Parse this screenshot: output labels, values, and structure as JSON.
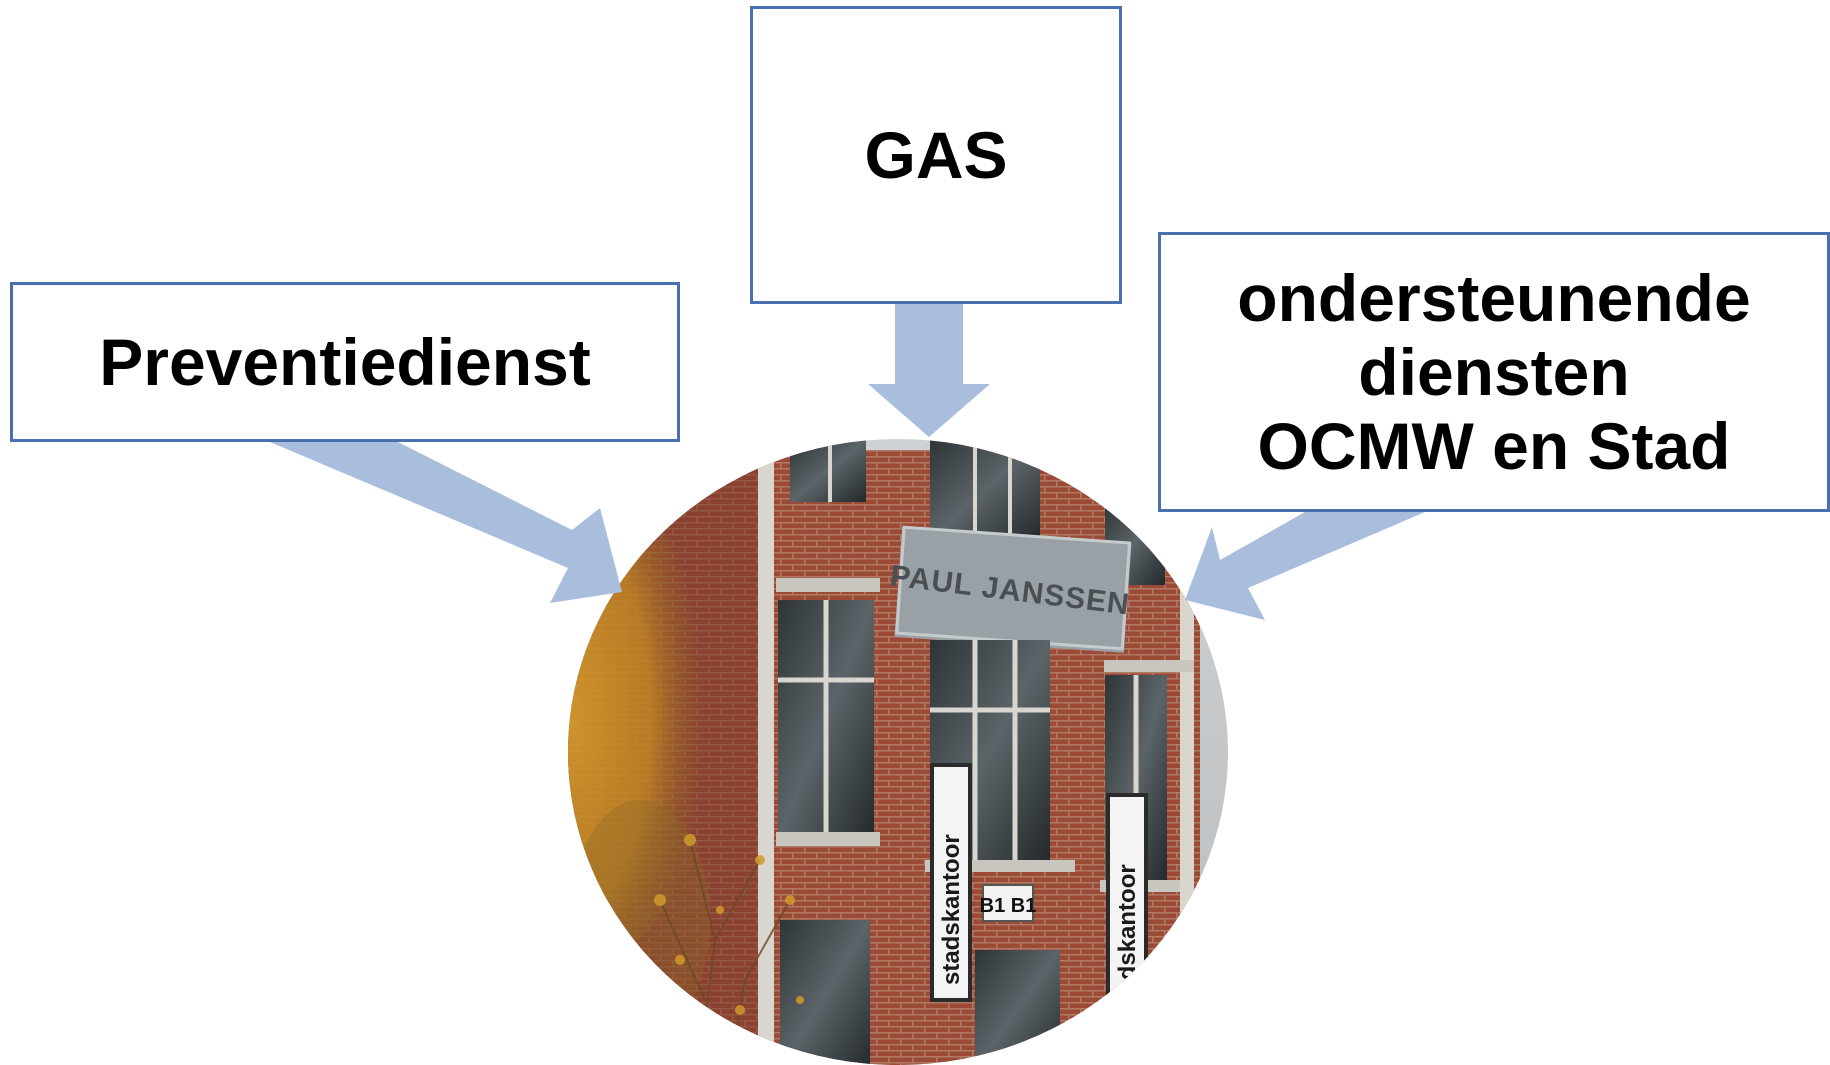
{
  "diagram": {
    "boxes": {
      "gas": {
        "label": "GAS"
      },
      "preventie": {
        "label": "Preventiedienst"
      },
      "ocmw": {
        "lines": [
          "ondersteunende",
          "diensten",
          "OCMW en Stad"
        ]
      }
    },
    "photo": {
      "sign_text": "PAUL JANSSEN",
      "banner_left": "stadskantoor",
      "banner_right": "stadskantoor",
      "door_sign": "B1 B1"
    },
    "colors": {
      "box_border": "#4a6fae",
      "arrow_fill": "#a9bedc",
      "brick": "#9b4a35",
      "frame": "#d9d6cf"
    }
  }
}
